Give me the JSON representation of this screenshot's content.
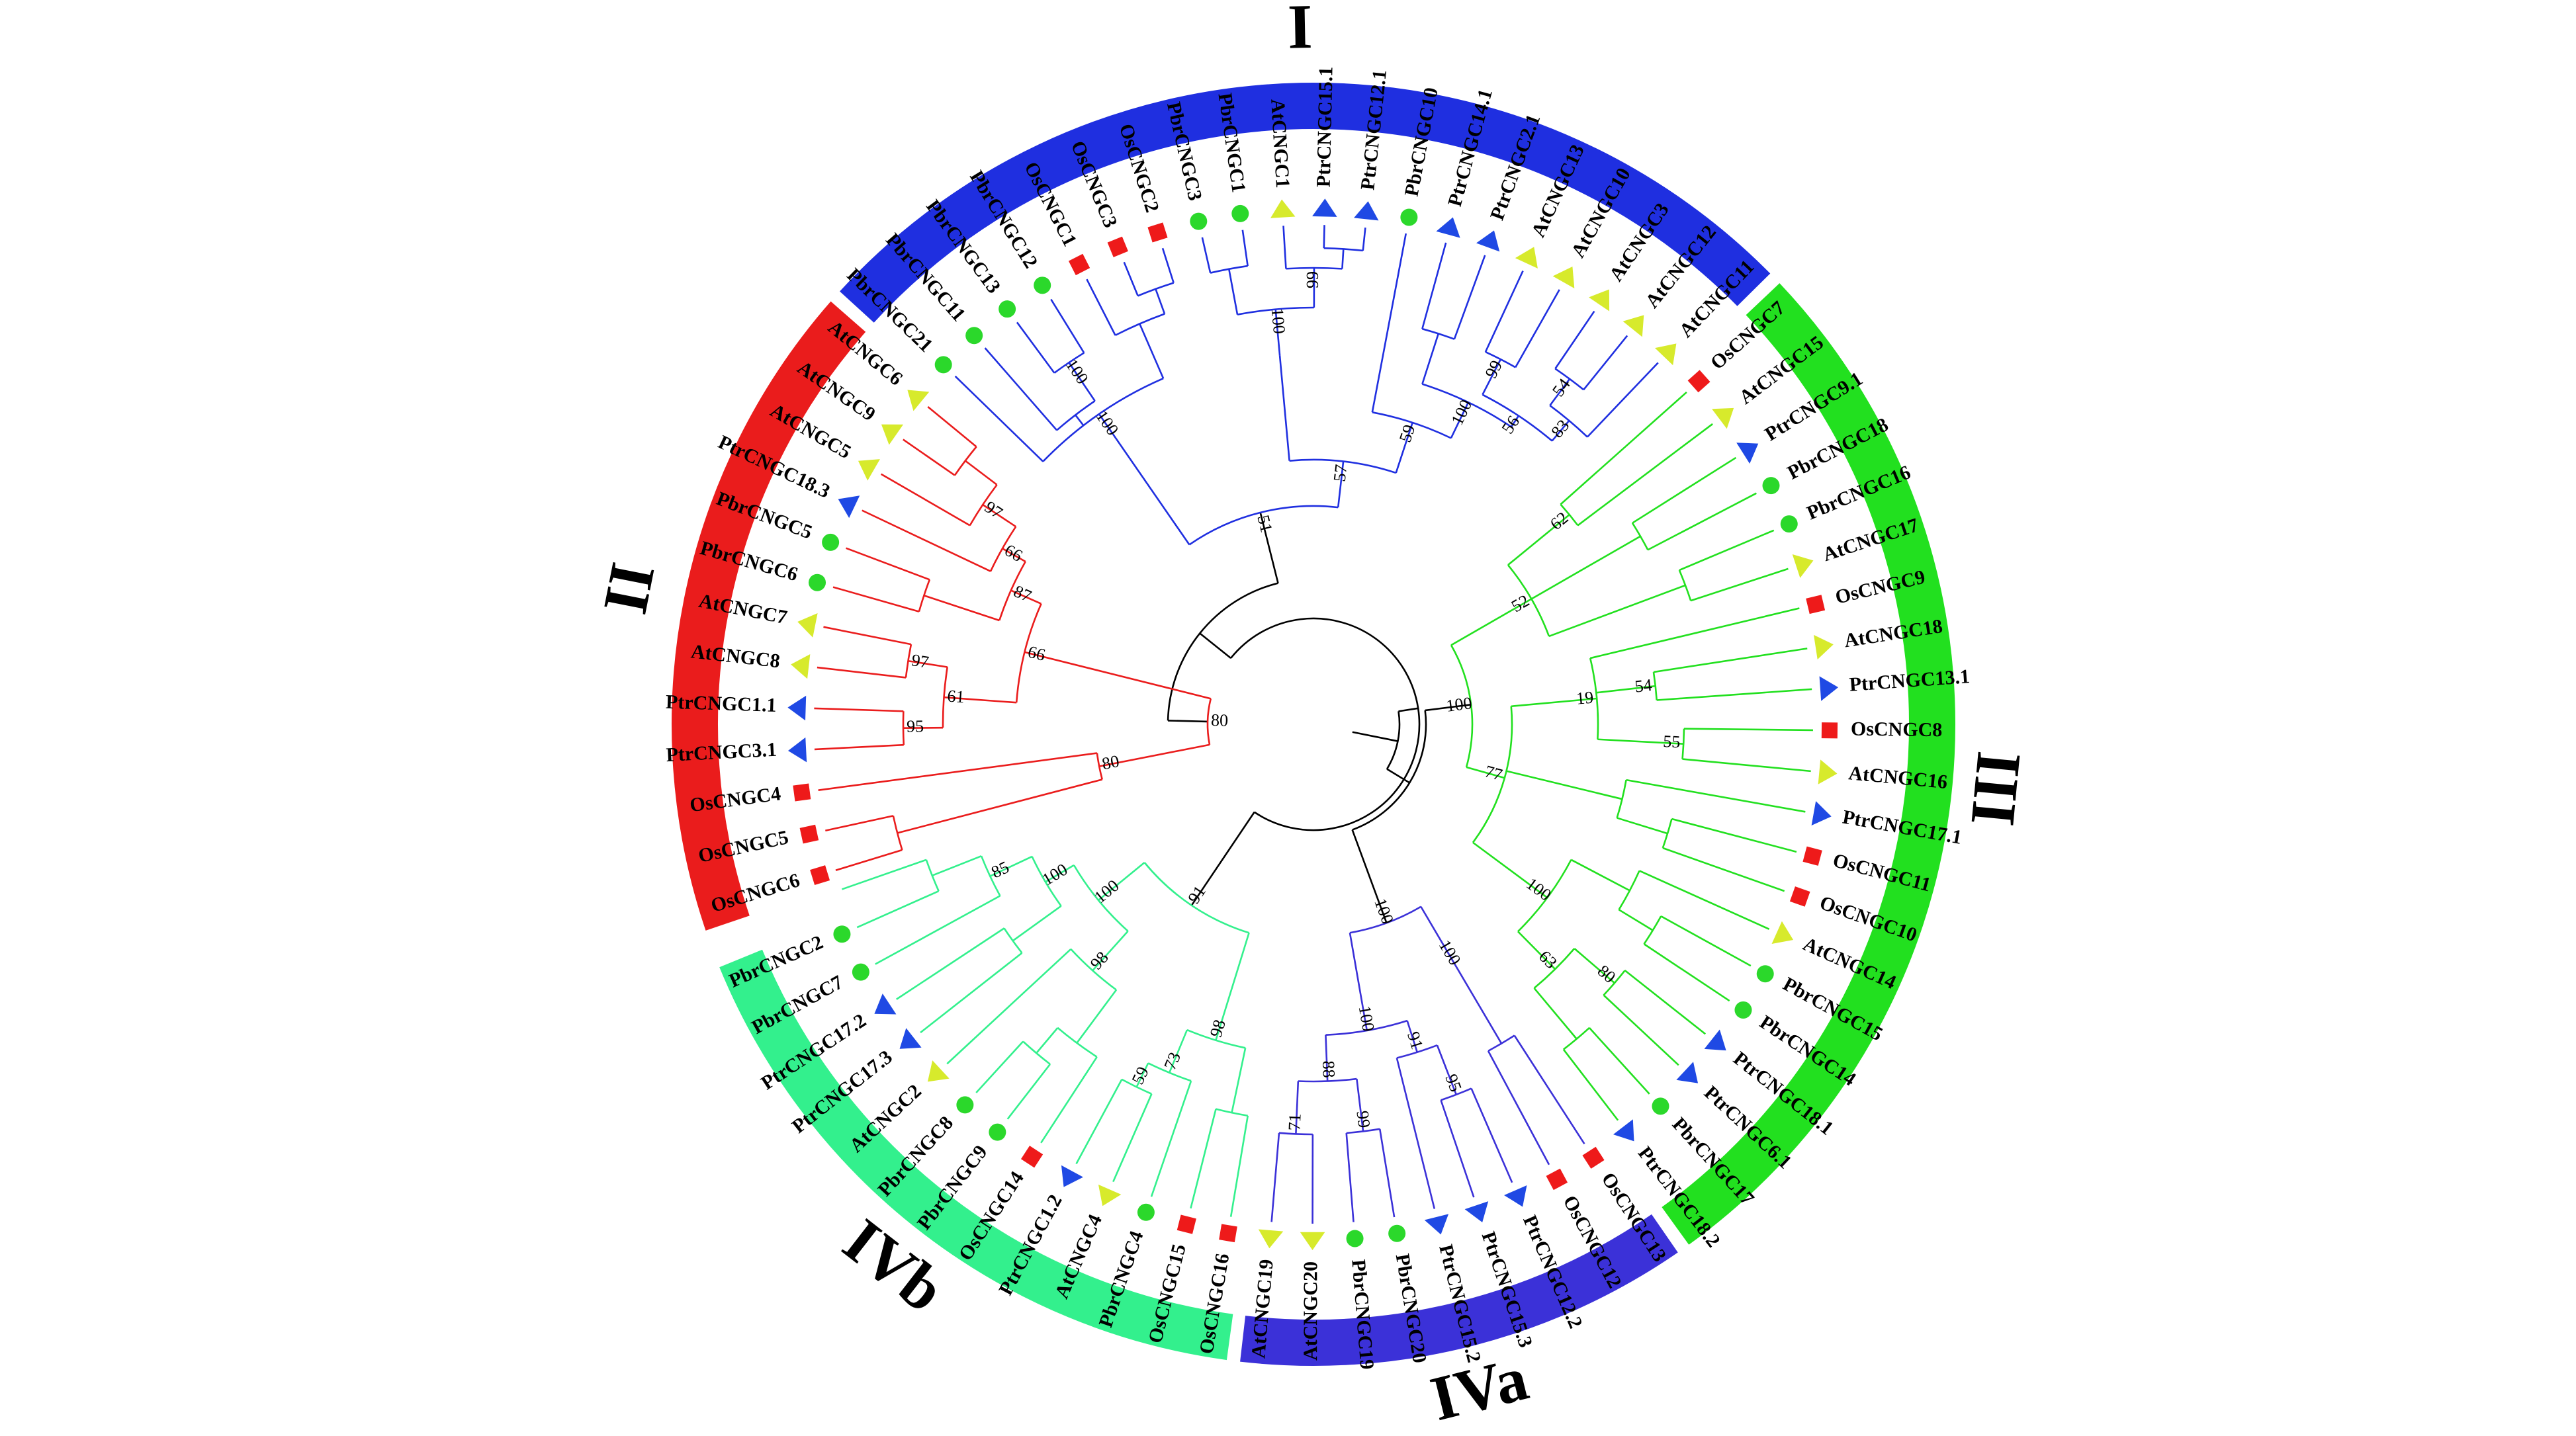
{
  "figure": {
    "colors": {
      "I": "#1f2fe0",
      "II": "#ea1c1c",
      "III": "#22e01f",
      "IVa": "#3b31d8",
      "IVb": "#33f08d",
      "backbone": "#000000",
      "legend_pbr": "#2bd82b",
      "legend_os": "#ee1a1a",
      "legend_ptr": "#1f49e4",
      "legend_at": "#d7ea2c"
    }
  },
  "legend": {
    "Pbr": {
      "shape": "circle",
      "color": "#2bd82b"
    },
    "Os": {
      "shape": "square",
      "color": "#ee1a1a"
    },
    "Ptr": {
      "shape": "triangle",
      "color": "#1f49e4"
    },
    "At": {
      "shape": "triangle",
      "color": "#d7ea2c"
    }
  },
  "groups": [
    {
      "id": "II",
      "label": "II",
      "color": "#ea1c1c"
    },
    {
      "id": "I",
      "label": "I",
      "color": "#1f2fe0"
    },
    {
      "id": "III",
      "label": "III",
      "color": "#22e01f"
    },
    {
      "id": "IVa",
      "label": "IVa",
      "color": "#3b31d8"
    },
    {
      "id": "IVb",
      "label": "IVb",
      "color": "#33f08d"
    }
  ],
  "leaves": [
    {
      "name": "OsCNGC6",
      "species": "Os",
      "group": "II"
    },
    {
      "name": "OsCNGC5",
      "species": "Os",
      "group": "II"
    },
    {
      "name": "OsCNGC4",
      "species": "Os",
      "group": "II"
    },
    {
      "name": "PtrCNGC3.1",
      "species": "Ptr",
      "group": "II"
    },
    {
      "name": "PtrCNGC1.1",
      "species": "Ptr",
      "group": "II"
    },
    {
      "name": "AtCNGC8",
      "species": "At",
      "group": "II"
    },
    {
      "name": "AtCNGC7",
      "species": "At",
      "group": "II"
    },
    {
      "name": "PbrCNGC6",
      "species": "Pbr",
      "group": "II"
    },
    {
      "name": "PbrCNGC5",
      "species": "Pbr",
      "group": "II"
    },
    {
      "name": "PtrCNGC18.3",
      "species": "Ptr",
      "group": "II"
    },
    {
      "name": "AtCNGC5",
      "species": "At",
      "group": "II"
    },
    {
      "name": "AtCNGC9",
      "species": "At",
      "group": "II"
    },
    {
      "name": "AtCNGC6",
      "species": "At",
      "group": "II"
    },
    {
      "name": "PbrCNGC21",
      "species": "Pbr",
      "group": "I"
    },
    {
      "name": "PbrCNGC11",
      "species": "Pbr",
      "group": "I"
    },
    {
      "name": "PbrCNGC13",
      "species": "Pbr",
      "group": "I"
    },
    {
      "name": "PbrCNGC12",
      "species": "Pbr",
      "group": "I"
    },
    {
      "name": "OsCNGC1",
      "species": "Os",
      "group": "I"
    },
    {
      "name": "OsCNGC3",
      "species": "Os",
      "group": "I"
    },
    {
      "name": "OsCNGC2",
      "species": "Os",
      "group": "I"
    },
    {
      "name": "PbrCNGC3",
      "species": "Pbr",
      "group": "I"
    },
    {
      "name": "PbrCNGC1",
      "species": "Pbr",
      "group": "I"
    },
    {
      "name": "AtCNGC1",
      "species": "At",
      "group": "I"
    },
    {
      "name": "PtrCNGC15.1",
      "species": "Ptr",
      "group": "I"
    },
    {
      "name": "PtrCNGC12.1",
      "species": "Ptr",
      "group": "I"
    },
    {
      "name": "PbrCNGC10",
      "species": "Pbr",
      "group": "I"
    },
    {
      "name": "PtrCNGC14.1",
      "species": "Ptr",
      "group": "I"
    },
    {
      "name": "PtrCNGC2.1",
      "species": "Ptr",
      "group": "I"
    },
    {
      "name": "AtCNGC13",
      "species": "At",
      "group": "I"
    },
    {
      "name": "AtCNGC10",
      "species": "At",
      "group": "I"
    },
    {
      "name": "AtCNGC3",
      "species": "At",
      "group": "I"
    },
    {
      "name": "AtCNGC12",
      "species": "At",
      "group": "I"
    },
    {
      "name": "AtCNGC11",
      "species": "At",
      "group": "I"
    },
    {
      "name": "OsCNGC7",
      "species": "Os",
      "group": "III"
    },
    {
      "name": "AtCNGC15",
      "species": "At",
      "group": "III"
    },
    {
      "name": "PtrCNGC9.1",
      "species": "Ptr",
      "group": "III"
    },
    {
      "name": "PbrCNGC18",
      "species": "Pbr",
      "group": "III"
    },
    {
      "name": "PbrCNGC16",
      "species": "Pbr",
      "group": "III"
    },
    {
      "name": "AtCNGC17",
      "species": "At",
      "group": "III"
    },
    {
      "name": "OsCNGC9",
      "species": "Os",
      "group": "III"
    },
    {
      "name": "AtCNGC18",
      "species": "At",
      "group": "III"
    },
    {
      "name": "PtrCNGC13.1",
      "species": "Ptr",
      "group": "III"
    },
    {
      "name": "OsCNGC8",
      "species": "Os",
      "group": "III"
    },
    {
      "name": "AtCNGC16",
      "species": "At",
      "group": "III"
    },
    {
      "name": "PtrCNGC17.1",
      "species": "Ptr",
      "group": "III"
    },
    {
      "name": "OsCNGC11",
      "species": "Os",
      "group": "III"
    },
    {
      "name": "OsCNGC10",
      "species": "Os",
      "group": "III"
    },
    {
      "name": "AtCNGC14",
      "species": "At",
      "group": "III"
    },
    {
      "name": "PbrCNGC15",
      "species": "Pbr",
      "group": "III"
    },
    {
      "name": "PbrCNGC14",
      "species": "Pbr",
      "group": "III"
    },
    {
      "name": "PtrCNGC18.1",
      "species": "Ptr",
      "group": "III"
    },
    {
      "name": "PtrCNGC6.1",
      "species": "Ptr",
      "group": "III"
    },
    {
      "name": "PbrCNGC17",
      "species": "Pbr",
      "group": "III"
    },
    {
      "name": "PtrCNGC18.2",
      "species": "Ptr",
      "group": "III"
    },
    {
      "name": "OsCNGC13",
      "species": "Os",
      "group": "IVa"
    },
    {
      "name": "OsCNGC12",
      "species": "Os",
      "group": "IVa"
    },
    {
      "name": "PtrCNGC12.2",
      "species": "Ptr",
      "group": "IVa"
    },
    {
      "name": "PtrCNGC15.3",
      "species": "Ptr",
      "group": "IVa"
    },
    {
      "name": "PtrCNGC15.2",
      "species": "Ptr",
      "group": "IVa"
    },
    {
      "name": "PbrCNGC20",
      "species": "Pbr",
      "group": "IVa"
    },
    {
      "name": "PbrCNGC19",
      "species": "Pbr",
      "group": "IVa"
    },
    {
      "name": "AtCNGC20",
      "species": "At",
      "group": "IVa"
    },
    {
      "name": "AtCNGC19",
      "species": "At",
      "group": "IVa"
    },
    {
      "name": "OsCNGC16",
      "species": "Os",
      "group": "IVb"
    },
    {
      "name": "OsCNGC15",
      "species": "Os",
      "group": "IVb"
    },
    {
      "name": "PbrCNGC4",
      "species": "Pbr",
      "group": "IVb"
    },
    {
      "name": "AtCNGC4",
      "species": "At",
      "group": "IVb"
    },
    {
      "name": "PtrCNGC1.2",
      "species": "Ptr",
      "group": "IVb"
    },
    {
      "name": "OsCNGC14",
      "species": "Os",
      "group": "IVb"
    },
    {
      "name": "PbrCNGC9",
      "species": "Pbr",
      "group": "IVb"
    },
    {
      "name": "PbrCNGC8",
      "species": "Pbr",
      "group": "IVb"
    },
    {
      "name": "AtCNGC2",
      "species": "At",
      "group": "IVb"
    },
    {
      "name": "PtrCNGC17.3",
      "species": "Ptr",
      "group": "IVb"
    },
    {
      "name": "PtrCNGC17.2",
      "species": "Ptr",
      "group": "IVb"
    },
    {
      "name": "PbrCNGC7",
      "species": "Pbr",
      "group": "IVb"
    },
    {
      "name": "PbrCNGC2",
      "species": "Pbr",
      "group": "IVb"
    }
  ],
  "bootstrap_values": [
    "80",
    "95",
    "97",
    "61",
    "87",
    "66",
    "97",
    "100",
    "97",
    "100",
    "51",
    "100",
    "57",
    "100",
    "99",
    "59",
    "100",
    "56",
    "99",
    "83",
    "54",
    "100",
    "52",
    "62",
    "77",
    "19",
    "54",
    "55",
    "100",
    "63",
    "80",
    "100",
    "100",
    "88",
    "71",
    "100",
    "99",
    "91",
    "95",
    "100",
    "97",
    "98",
    "59",
    "73",
    "98",
    "100",
    "85",
    "91",
    "100"
  ]
}
